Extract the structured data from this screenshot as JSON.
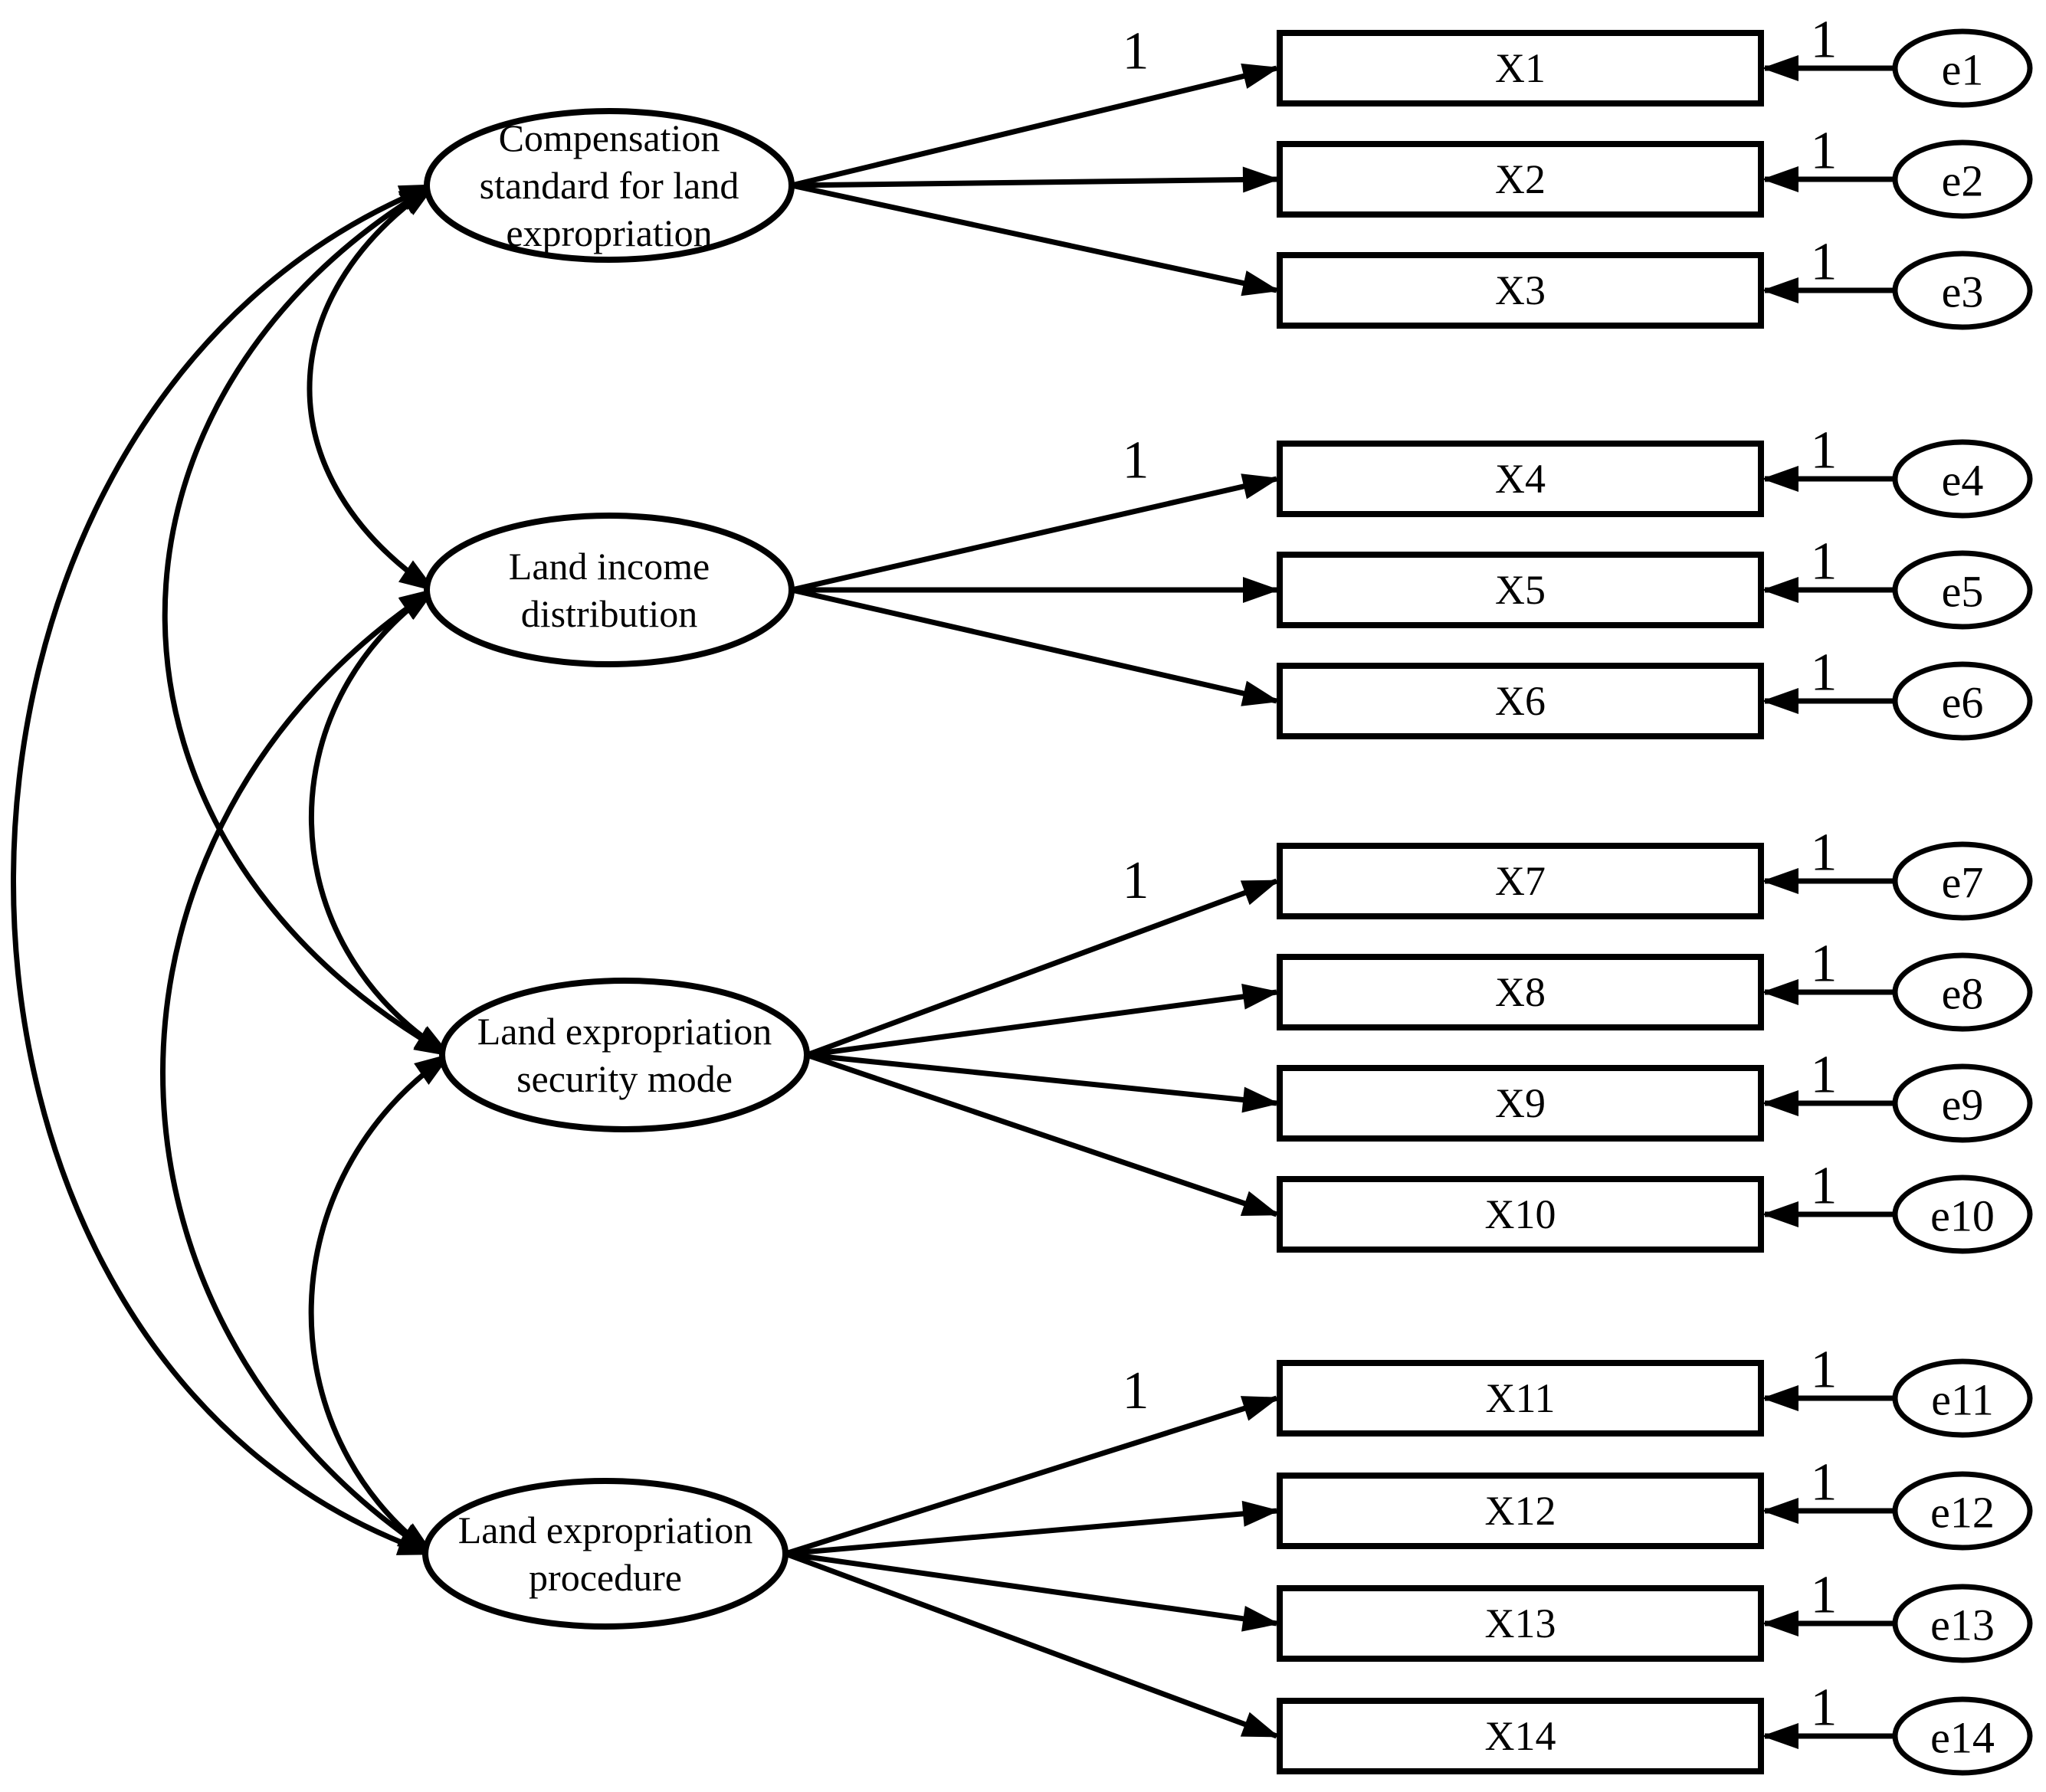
{
  "colors": {
    "background": "#ffffff",
    "line": "#000000"
  },
  "diagram": {
    "latent_variables": [
      {
        "id": "L1",
        "label": "Compensation standard for land expropriation",
        "label_lines": [
          "Compensation",
          "standard for land",
          "expropriation"
        ],
        "loading_label": "1",
        "indicators": [
          "X1",
          "X2",
          "X3"
        ]
      },
      {
        "id": "L2",
        "label": "Land income distribution",
        "label_lines": [
          "Land income",
          "distribution"
        ],
        "loading_label": "1",
        "indicators": [
          "X4",
          "X5",
          "X6"
        ]
      },
      {
        "id": "L3",
        "label": "Land expropriation security mode",
        "label_lines": [
          "Land expropriation",
          "security mode"
        ],
        "loading_label": "1",
        "indicators": [
          "X7",
          "X8",
          "X9",
          "X10"
        ]
      },
      {
        "id": "L4",
        "label": "Land expropriation procedure",
        "label_lines": [
          "Land expropriation",
          "procedure"
        ],
        "loading_label": "1",
        "indicators": [
          "X11",
          "X12",
          "X13",
          "X14"
        ]
      }
    ],
    "observed_variables": [
      {
        "id": "X1",
        "label": "X1",
        "error_label": "e1",
        "error_path_label": "1"
      },
      {
        "id": "X2",
        "label": "X2",
        "error_label": "e2",
        "error_path_label": "1"
      },
      {
        "id": "X3",
        "label": "X3",
        "error_label": "e3",
        "error_path_label": "1"
      },
      {
        "id": "X4",
        "label": "X4",
        "error_label": "e4",
        "error_path_label": "1"
      },
      {
        "id": "X5",
        "label": "X5",
        "error_label": "e5",
        "error_path_label": "1"
      },
      {
        "id": "X6",
        "label": "X6",
        "error_label": "e6",
        "error_path_label": "1"
      },
      {
        "id": "X7",
        "label": "X7",
        "error_label": "e7",
        "error_path_label": "1"
      },
      {
        "id": "X8",
        "label": "X8",
        "error_label": "e8",
        "error_path_label": "1"
      },
      {
        "id": "X9",
        "label": "X9",
        "error_label": "e9",
        "error_path_label": "1"
      },
      {
        "id": "X10",
        "label": "X10",
        "error_label": "e10",
        "error_path_label": "1"
      },
      {
        "id": "X11",
        "label": "X11",
        "error_label": "e11",
        "error_path_label": "1"
      },
      {
        "id": "X12",
        "label": "X12",
        "error_label": "e12",
        "error_path_label": "1"
      },
      {
        "id": "X13",
        "label": "X13",
        "error_label": "e13",
        "error_path_label": "1"
      },
      {
        "id": "X14",
        "label": "X14",
        "error_label": "e14",
        "error_path_label": "1"
      }
    ],
    "covariances": [
      {
        "between": [
          "L1",
          "L2"
        ]
      },
      {
        "between": [
          "L2",
          "L3"
        ]
      },
      {
        "between": [
          "L3",
          "L4"
        ]
      },
      {
        "between": [
          "L1",
          "L3"
        ]
      },
      {
        "between": [
          "L2",
          "L4"
        ]
      },
      {
        "between": [
          "L1",
          "L4"
        ]
      }
    ]
  }
}
